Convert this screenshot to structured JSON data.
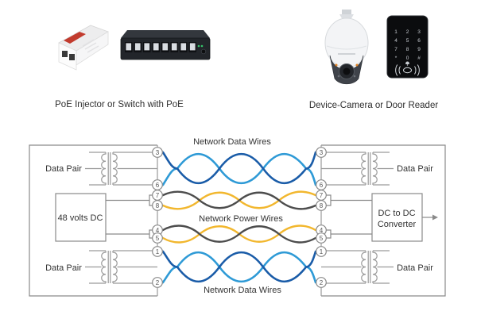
{
  "header": {
    "left_caption": "PoE Injector or Switch with PoE",
    "right_caption": "Device-Camera or Door Reader"
  },
  "devices": {
    "keypad": {
      "keys": [
        "1",
        "2",
        "3",
        "4",
        "5",
        "6",
        "7",
        "8",
        "9",
        "*",
        "0",
        "#"
      ]
    }
  },
  "diagram": {
    "labels": {
      "network_data_top": "Network Data Wires",
      "network_power": "Network Power Wires",
      "network_data_bottom": "Network Data Wires",
      "data_pair": "Data Pair",
      "power_source": "48 volts DC",
      "converter_line1": "DC to DC",
      "converter_line2": "Converter"
    },
    "pins_left": [
      "3",
      "6",
      "7",
      "8",
      "4",
      "5",
      "1",
      "2"
    ],
    "pins_right": [
      "3",
      "6",
      "7",
      "8",
      "4",
      "5",
      "1",
      "2"
    ],
    "colors": {
      "wire_blue_light": "#2E9AD6",
      "wire_blue_dark": "#1A5CA8",
      "wire_yellow": "#F2B72E",
      "wire_gray": "#4D4D4D",
      "diagram_line_gray": "#9A9A9A",
      "text_color": "#333333"
    }
  }
}
